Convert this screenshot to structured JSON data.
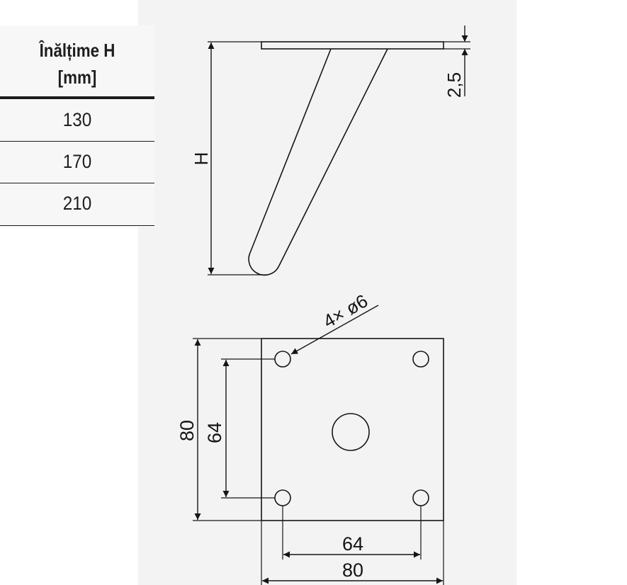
{
  "table": {
    "header_line1": "Înălțime H",
    "header_line2": "[mm]",
    "rows": [
      "130",
      "170",
      "210"
    ]
  },
  "drawing": {
    "height_label": "H",
    "plate_thickness_label": "2,5",
    "holes_callout": "4× ø6",
    "outer_width_label": "80",
    "inner_width_label": "64",
    "outer_height_label": "80",
    "inner_height_label": "64"
  }
}
